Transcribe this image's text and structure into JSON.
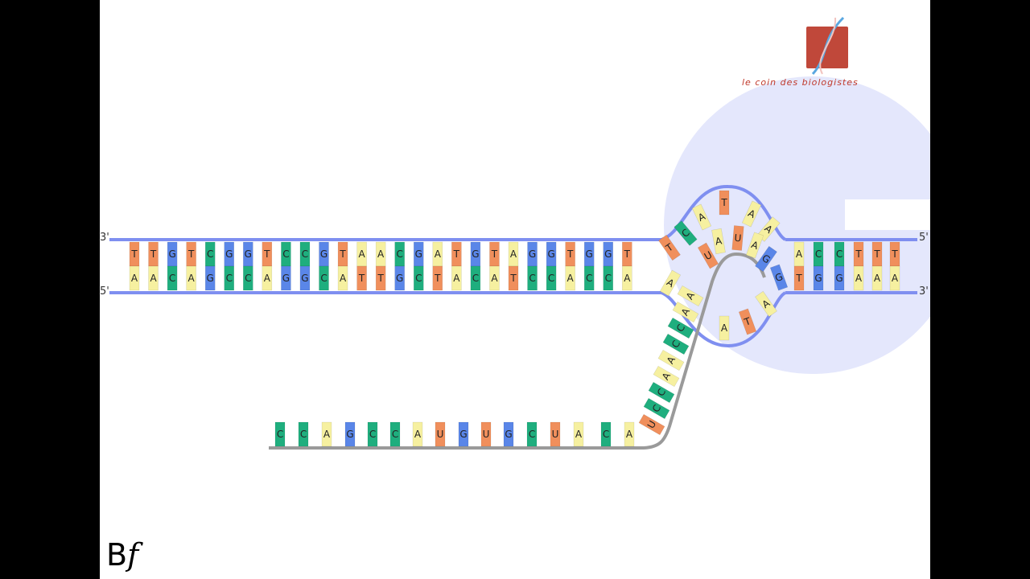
{
  "labels": {
    "top_left": "3'",
    "bottom_left": "5'",
    "top_right": "5'",
    "bottom_right": "3'"
  },
  "brand": {
    "name": "Le Coin des Biologistes",
    "logo_icon": "dna-helix-icon"
  },
  "signature": {
    "letters": "B",
    "script": "f"
  },
  "colors": {
    "backbone": "#7f8ff0",
    "rna_backbone": "#9a9a9a",
    "bubble": "#dde1fb",
    "A": "#f6f0a0",
    "T": "#f08f5c",
    "U": "#f08f5c",
    "G": "#5a86e8",
    "C": "#1fae7e"
  },
  "dna": {
    "top_left": [
      "T",
      "T",
      "G",
      "T",
      "C",
      "G",
      "G",
      "T",
      "C",
      "C",
      "G",
      "T",
      "A",
      "A",
      "C",
      "G",
      "A",
      "T",
      "G",
      "T",
      "A",
      "G",
      "G",
      "T",
      "G",
      "G",
      "T"
    ],
    "bottom_left": [
      "A",
      "A",
      "C",
      "A",
      "G",
      "C",
      "C",
      "A",
      "G",
      "G",
      "C",
      "A",
      "T",
      "T",
      "G",
      "C",
      "T",
      "A",
      "C",
      "A",
      "T",
      "C",
      "C",
      "A",
      "C",
      "C",
      "A"
    ],
    "top_right": [
      "A",
      "C",
      "C",
      "T",
      "T",
      "T"
    ],
    "bottom_right": [
      "T",
      "G",
      "G",
      "A",
      "A",
      "A"
    ],
    "bubble_top": [
      "C",
      "A",
      "T",
      "A",
      "A"
    ],
    "bubble_bottom_inner": [
      "U",
      "A",
      "U",
      "A",
      "G"
    ],
    "bubble_bottom_outer": [
      "A",
      "T",
      "A"
    ]
  },
  "rna": {
    "horizontal": [
      "C",
      "C",
      "A",
      "G",
      "C",
      "C",
      "A",
      "U",
      "G",
      "U",
      "G",
      "C",
      "U",
      "A",
      "C",
      "A"
    ],
    "diagonal": [
      "U",
      "C",
      "C",
      "A",
      "A",
      "C",
      "C",
      "A",
      "A"
    ]
  }
}
